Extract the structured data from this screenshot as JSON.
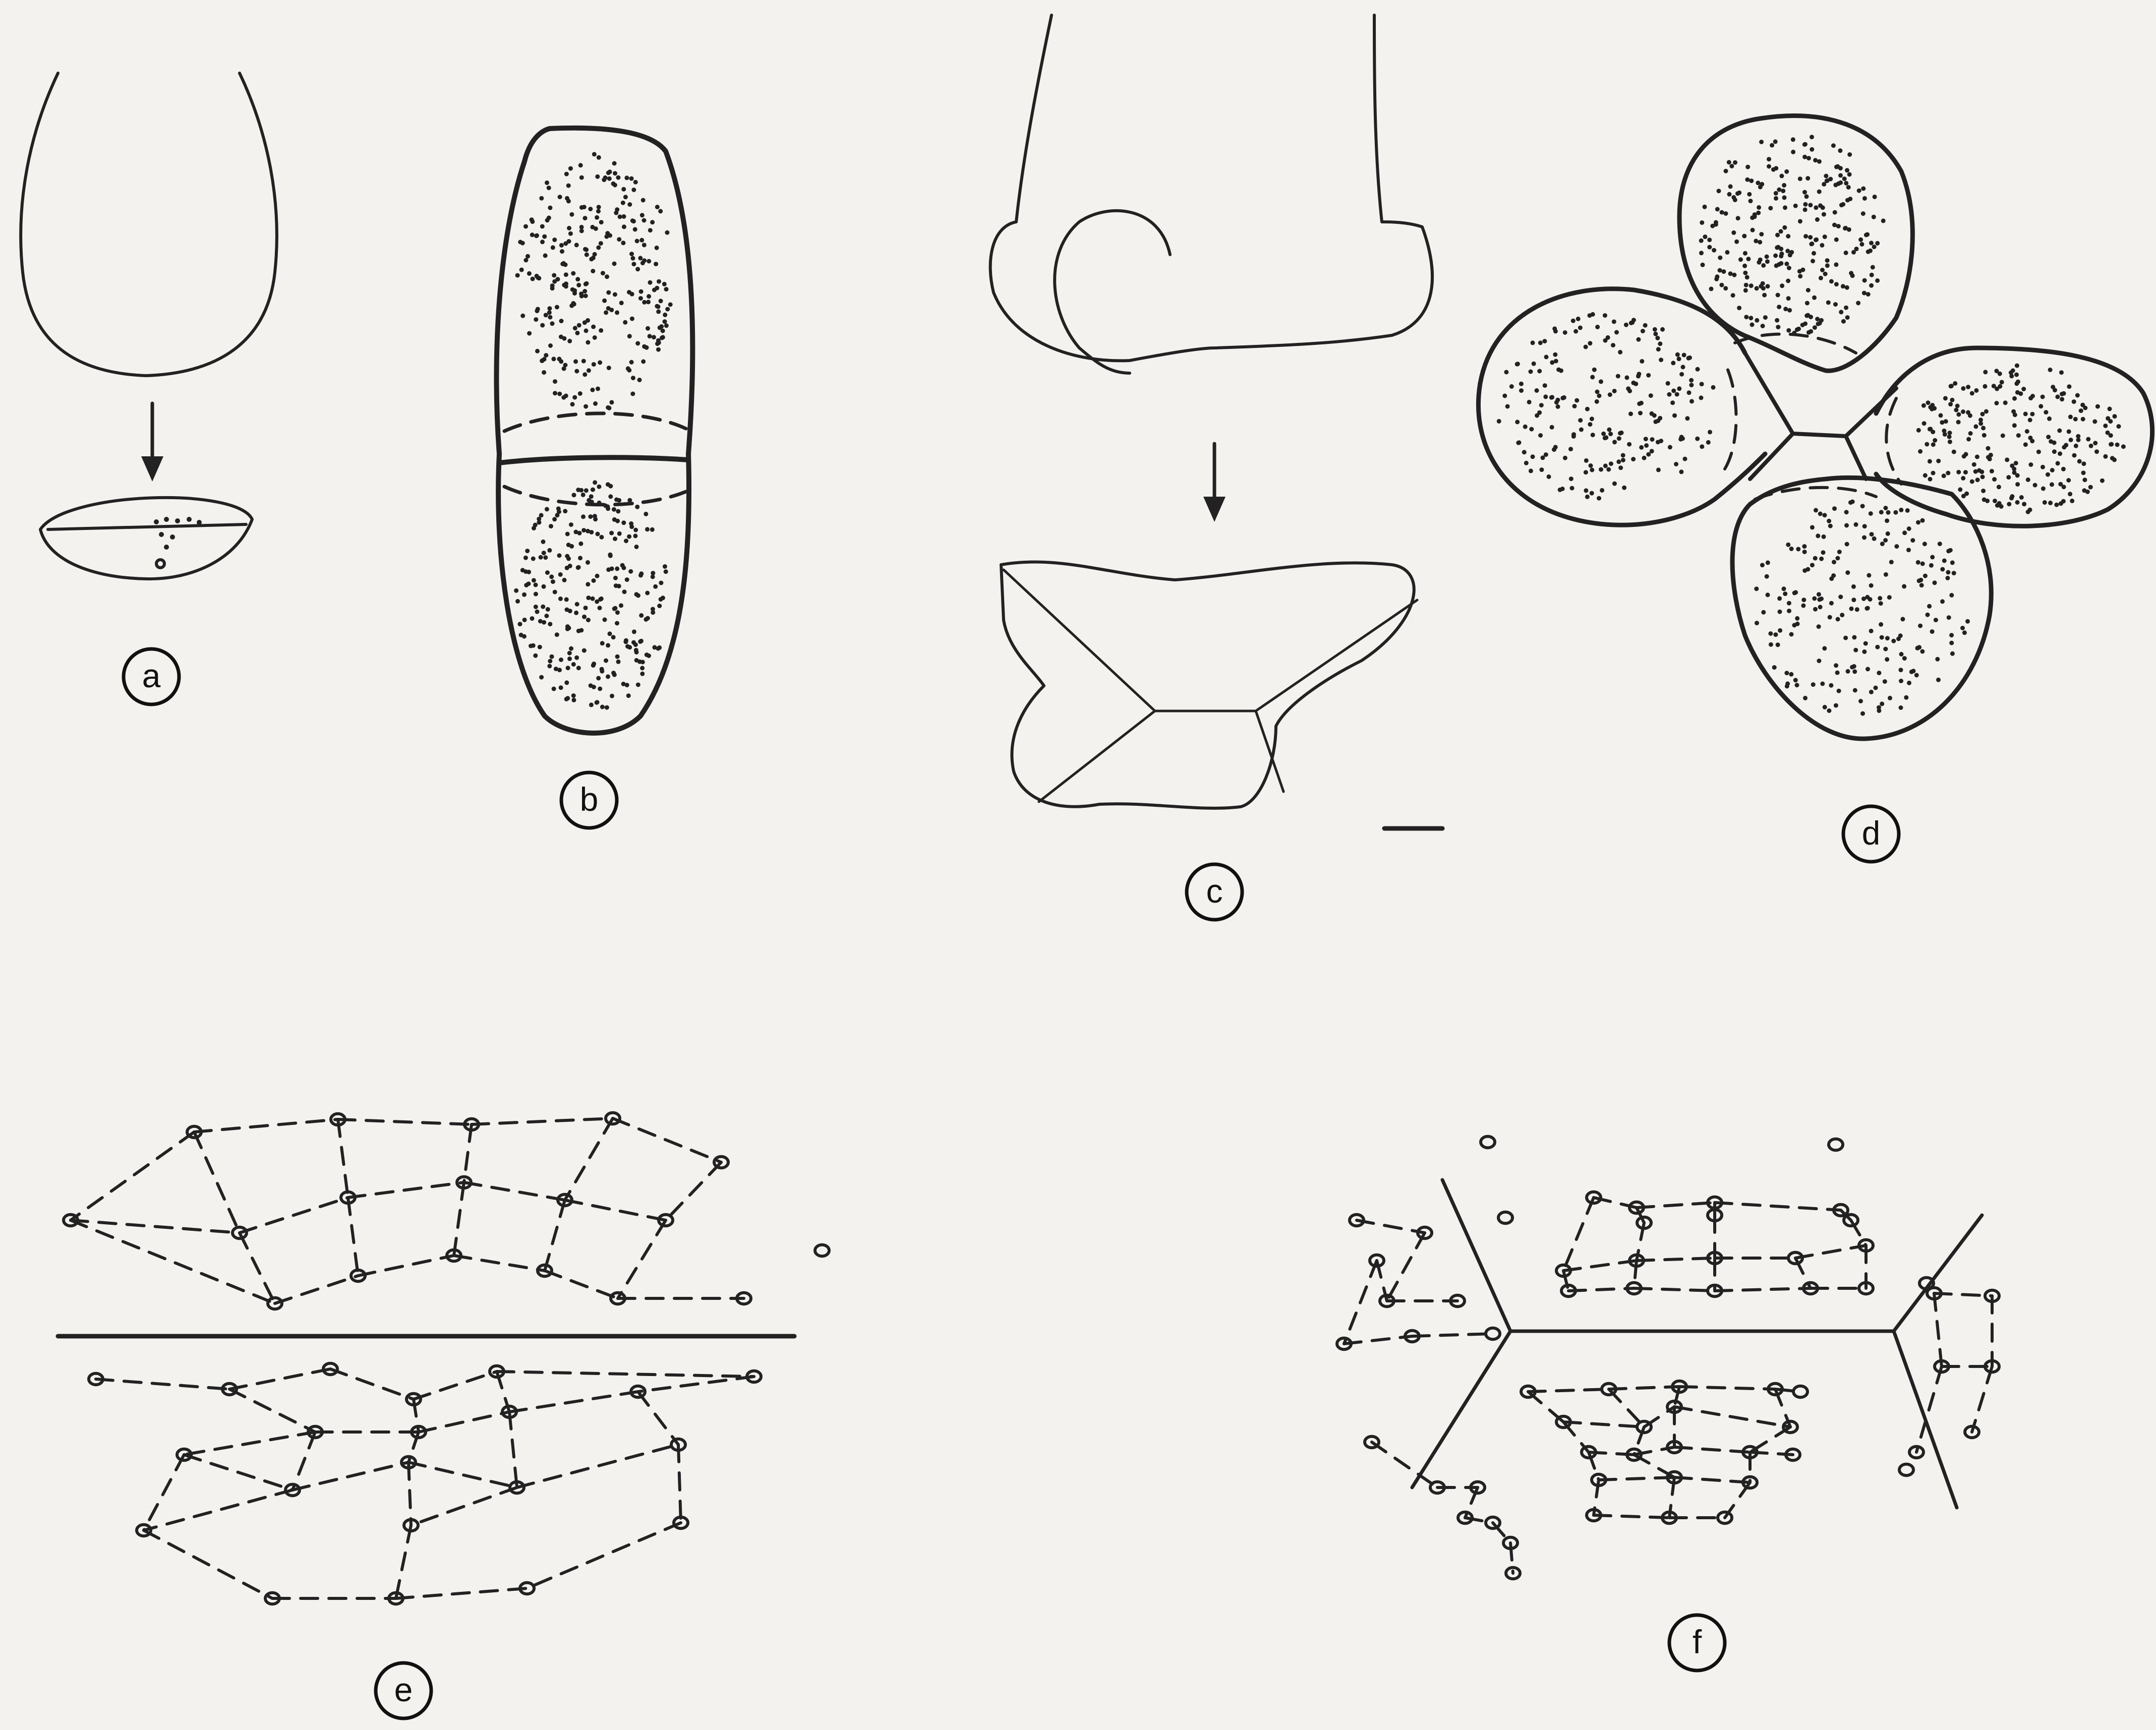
{
  "panels": [
    {
      "id": "a",
      "label": "a"
    },
    {
      "id": "b",
      "label": "b"
    },
    {
      "id": "c",
      "label": "c"
    },
    {
      "id": "d",
      "label": "d"
    },
    {
      "id": "e",
      "label": "e"
    },
    {
      "id": "f",
      "label": "f"
    }
  ],
  "colors": {
    "ink": "#222222",
    "paper": "#f3f2ee"
  }
}
